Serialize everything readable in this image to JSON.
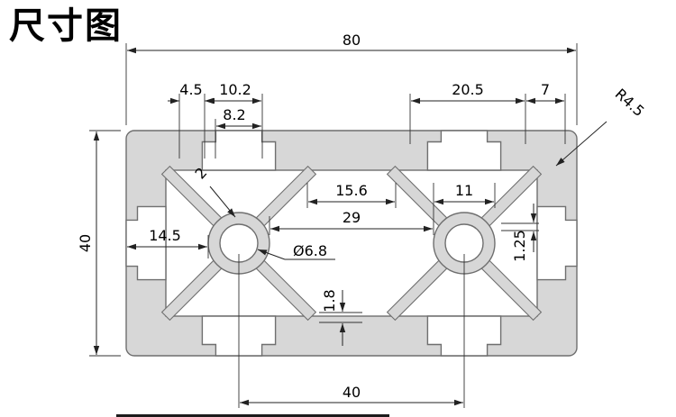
{
  "title": "尺寸图",
  "colors": {
    "material_fill": "#d7d7d7",
    "outline": "#6f6f6f",
    "dimension_line": "#222222",
    "text": "#000000"
  },
  "dims": {
    "width_total": "80",
    "height_total": "40",
    "top_left_a": "4.5",
    "top_left_b": "10.2",
    "top_left_slot": "8.2",
    "top_right_a": "20.5",
    "top_right_b": "7",
    "corner_radius": "R4.5",
    "web_thickness": "2",
    "cavity_top_width": "15.6",
    "right_slot_width": "11",
    "cavity_mid_width": "29",
    "left_inset": "14.5",
    "hole_diameter": "Ø6.8",
    "rib_a": "1.25",
    "rib_b": "1.8",
    "hole_pitch": "40"
  }
}
